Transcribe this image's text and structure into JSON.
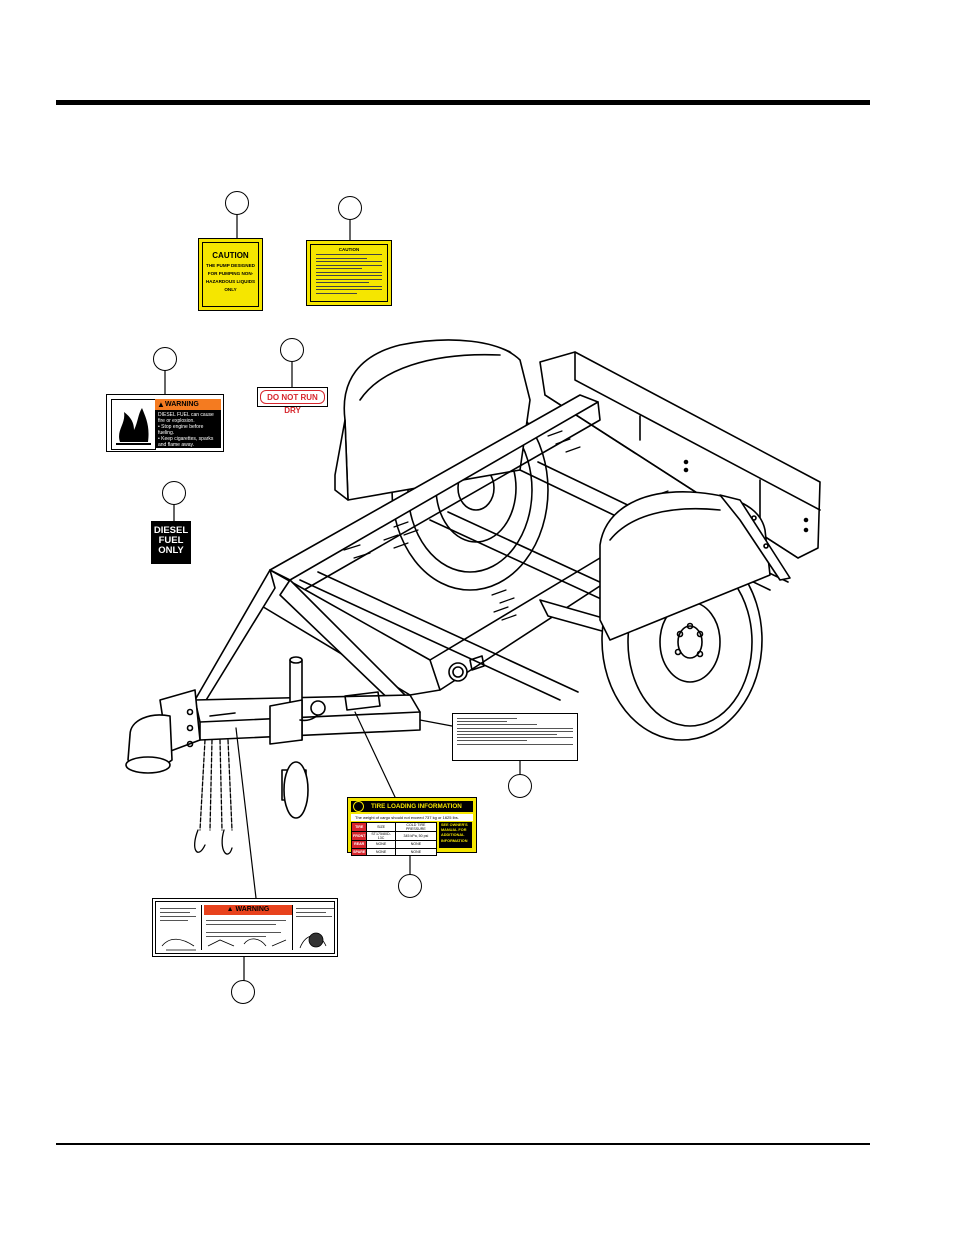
{
  "decals": {
    "caution_small": {
      "heading": "CAUTION",
      "lines": [
        "THE PUMP DESIGNED",
        "FOR PUMPING NON-",
        "HAZARDOUS LIQUIDS",
        "ONLY"
      ]
    },
    "caution_large": {
      "heading": "CAUTION"
    },
    "warning_diesel": {
      "heading": "WARNING",
      "lines": [
        "DIESEL FUEL can cause",
        "fire or explosion.",
        "• Stop engine before fueling.",
        "• Keep cigarettes, sparks",
        "  and flame away."
      ]
    },
    "do_not_run_dry": {
      "text": "DO NOT RUN DRY"
    },
    "diesel_fuel_only": {
      "lines": [
        "DIESEL",
        "FUEL",
        "ONLY"
      ]
    },
    "tire_loading": {
      "heading": "TIRE LOADING INFORMATION",
      "subline": "The weight of cargo should not exceed 737 kg or 1625 lbs.",
      "columns": [
        "TIRE",
        "SIZE",
        "COLD TIRE PRESSURE"
      ],
      "rows": [
        {
          "label": "FRONT",
          "size": "ST175/80D-13C",
          "pressure": "345 kPa, 50 psi"
        },
        {
          "label": "REAR",
          "size": "NONE",
          "pressure": "NONE"
        },
        {
          "label": "SPARE",
          "size": "NONE",
          "pressure": "NONE"
        }
      ],
      "see_box": [
        "SEE OWNER'S",
        "MANUAL FOR",
        "ADDITIONAL",
        "INFORMATION"
      ]
    },
    "warning_large": {
      "heading": "WARNING"
    }
  },
  "colors": {
    "caution_yellow": "#f5e600",
    "warning_orange": "#f47b20",
    "danger_red": "#d7262d",
    "warning_red": "#e8421d",
    "ink": "#000000"
  }
}
